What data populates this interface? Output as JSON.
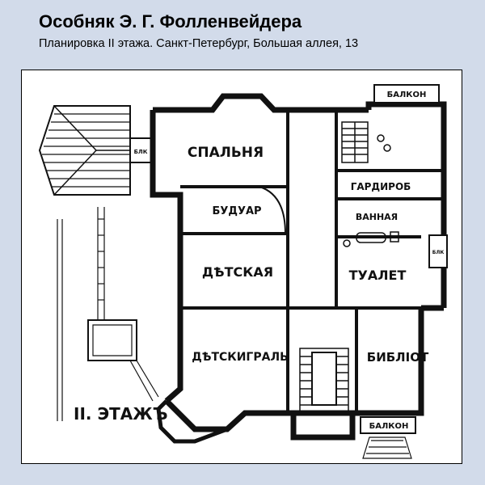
{
  "header": {
    "title": "Особняк Э. Г. Фолленвейдера",
    "subtitle": "Планировка II этажа. Санкт-Петербург, Большая аллея, 13"
  },
  "plan": {
    "floor_label": "II. ЭТАЖЪ",
    "rooms": {
      "bedroom": "СПАЛЬНЯ",
      "boudoir": "БУДУАР",
      "nursery": "ДѢТСКАЯ",
      "playroom": "ДѢТСКИГРАЛЬ",
      "wardrobe": "ГАРДИРОБ",
      "bathroom": "ВАННАЯ",
      "toilet": "ТУАЛЕТ",
      "library": "БИБЛІОТ",
      "balcony_top": "БАЛКОН",
      "balcony_bottom": "БАЛКОН",
      "balcony_left": "БЛК",
      "balcony_right": "БЛК"
    }
  },
  "colors": {
    "background": "#d2dbea",
    "frame": "#ffffff",
    "ink": "#111111"
  }
}
